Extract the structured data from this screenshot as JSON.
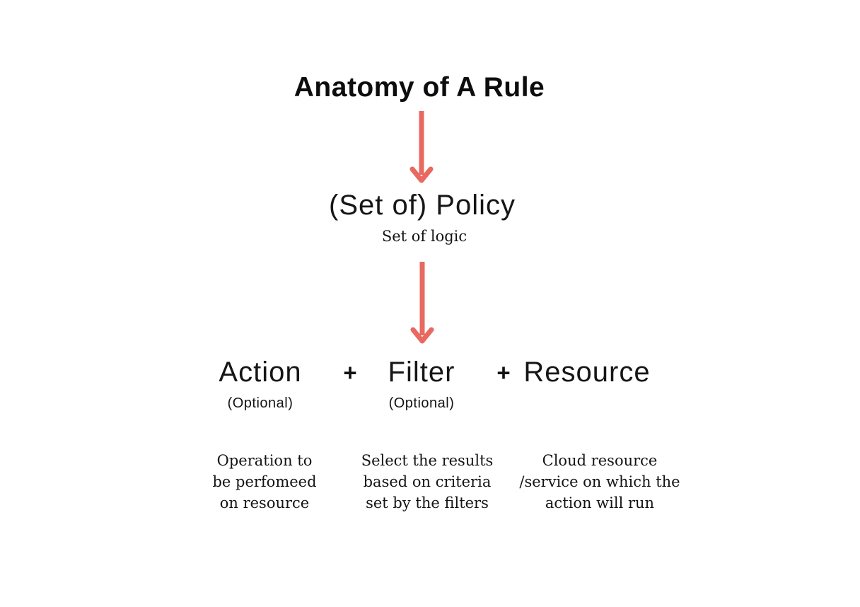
{
  "colors": {
    "background": "#ffffff",
    "text": "#111111",
    "arrow": "#e8695f"
  },
  "diagram": {
    "title": "Anatomy of A Rule",
    "plus": "+",
    "policy": {
      "label": "(Set of) Policy",
      "subtitle": "Set of logic"
    },
    "components": [
      {
        "label": "Action",
        "optional": "(Optional)",
        "description": "Operation to\nbe perfomeed\non resource"
      },
      {
        "label": "Filter",
        "optional": "(Optional)",
        "description": "Select the results\nbased on criteria\nset by the filters"
      },
      {
        "label": "Resource",
        "description": "Cloud resource\n/service on which the\naction will run"
      }
    ]
  }
}
